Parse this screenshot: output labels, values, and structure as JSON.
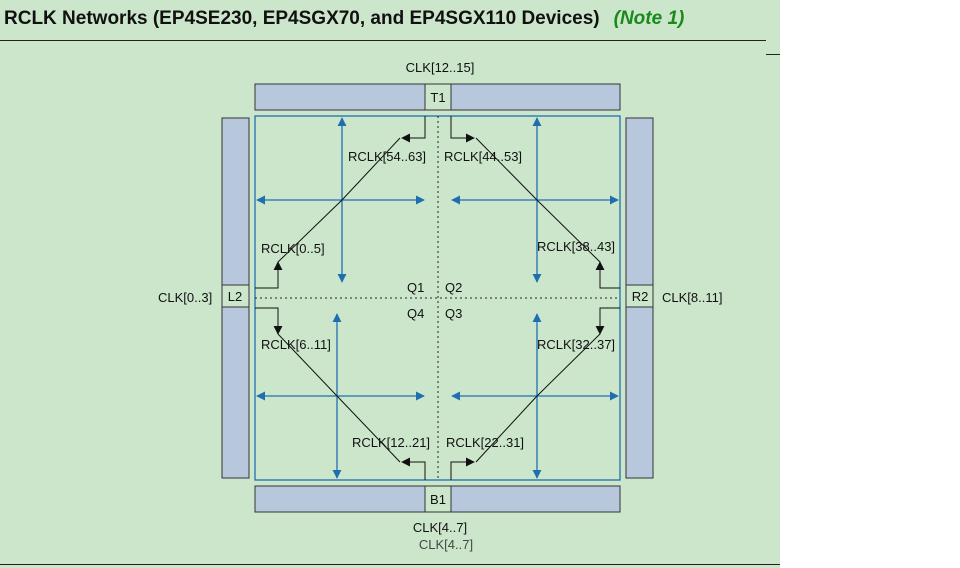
{
  "header": {
    "title": "RCLK Networks (EP4SE230, EP4SGX70, and EP4SGX110 Devices)",
    "note": "(Note 1)"
  },
  "diagram": {
    "clk_top": "CLK[12..15]",
    "clk_bottom": "CLK[4..7]",
    "clk_bottom_ghost": "CLK[4..7]",
    "clk_left": "CLK[0..3]",
    "clk_right": "CLK[8..11]",
    "pad_top": "T1",
    "pad_bottom": "B1",
    "pad_left": "L2",
    "pad_right": "R2",
    "quadrants": {
      "q1": "Q1",
      "q2": "Q2",
      "q3": "Q3",
      "q4": "Q4"
    },
    "rclk": {
      "top_left": "RCLK[54..63]",
      "top_right": "RCLK[44..53]",
      "left_upper": "RCLK[0..5]",
      "right_upper": "RCLK[38..43]",
      "left_lower": "RCLK[6..11]",
      "right_lower": "RCLK[32..37]",
      "bottom_left": "RCLK[12..21]",
      "bottom_right": "RCLK[22..31]"
    },
    "colors": {
      "bank": "#b8c8dc",
      "route": "#1f6fb0",
      "background": "#cce6cc"
    }
  }
}
